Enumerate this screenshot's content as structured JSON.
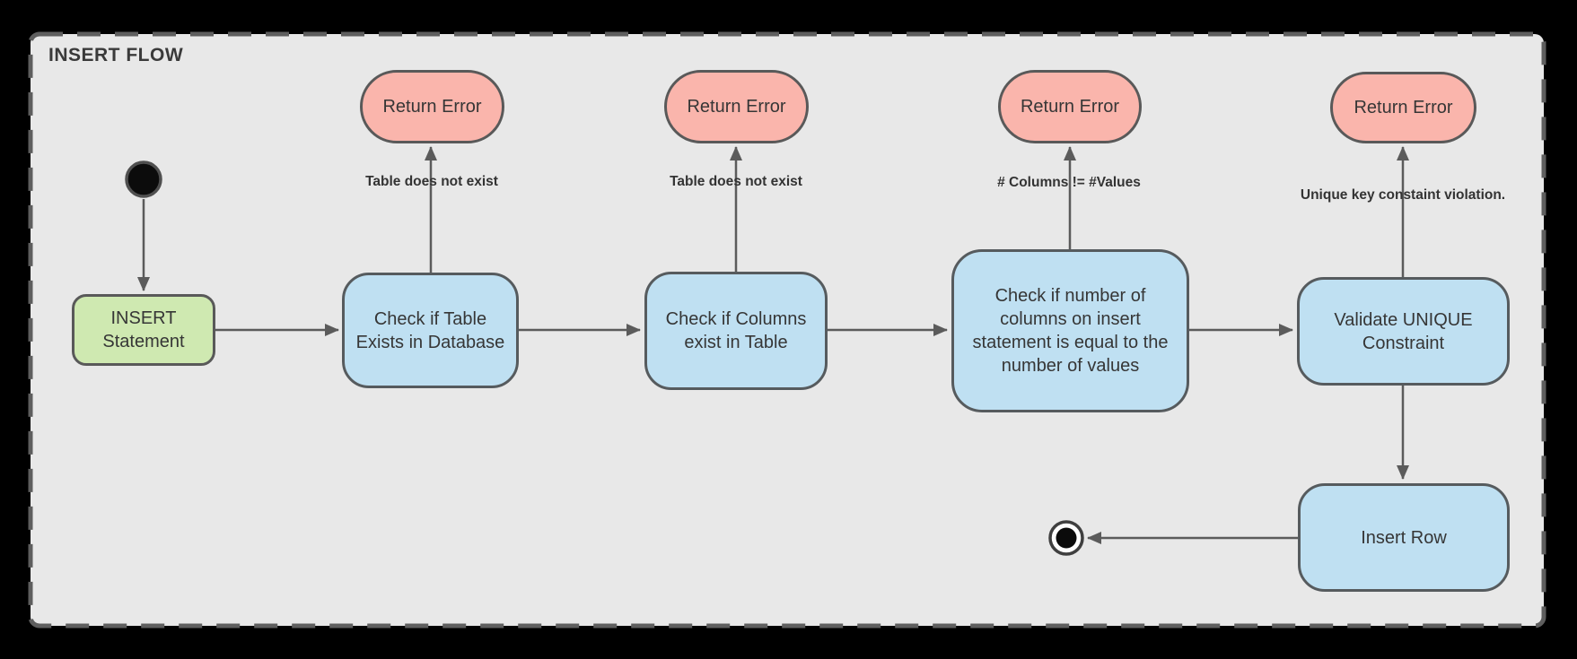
{
  "frame": {
    "title": "INSERT FLOW"
  },
  "nodes": {
    "insert_statement": {
      "label": "INSERT Statement"
    },
    "check_table_exists": {
      "label": "Check if Table Exists in Database"
    },
    "check_columns_exist": {
      "label": "Check if Columns exist in Table"
    },
    "check_column_value_count": {
      "label": "Check if number of columns on insert statement is equal to the number of values"
    },
    "validate_unique": {
      "label": "Validate UNIQUE Constraint"
    },
    "insert_row": {
      "label": "Insert Row"
    },
    "return_error_1": {
      "label": "Return Error"
    },
    "return_error_2": {
      "label": "Return Error"
    },
    "return_error_3": {
      "label": "Return Error"
    },
    "return_error_4": {
      "label": "Return Error"
    }
  },
  "edge_labels": {
    "check_table_error": "Table does not exist",
    "check_columns_error": "Table does not exist",
    "count_mismatch_error": "# Columns != #Values",
    "unique_violation_error": "Unique key constaint violation."
  },
  "colors": {
    "canvas_background": "#000000",
    "frame_background": "#e8e8e8",
    "frame_border": "#5e5e5e",
    "process_fill": "#bfe0f2",
    "start_action_fill": "#cfe9b1",
    "error_fill": "#fab5ac",
    "shape_border": "#595959",
    "arrow": "#5b5b5b",
    "text": "#363636"
  }
}
